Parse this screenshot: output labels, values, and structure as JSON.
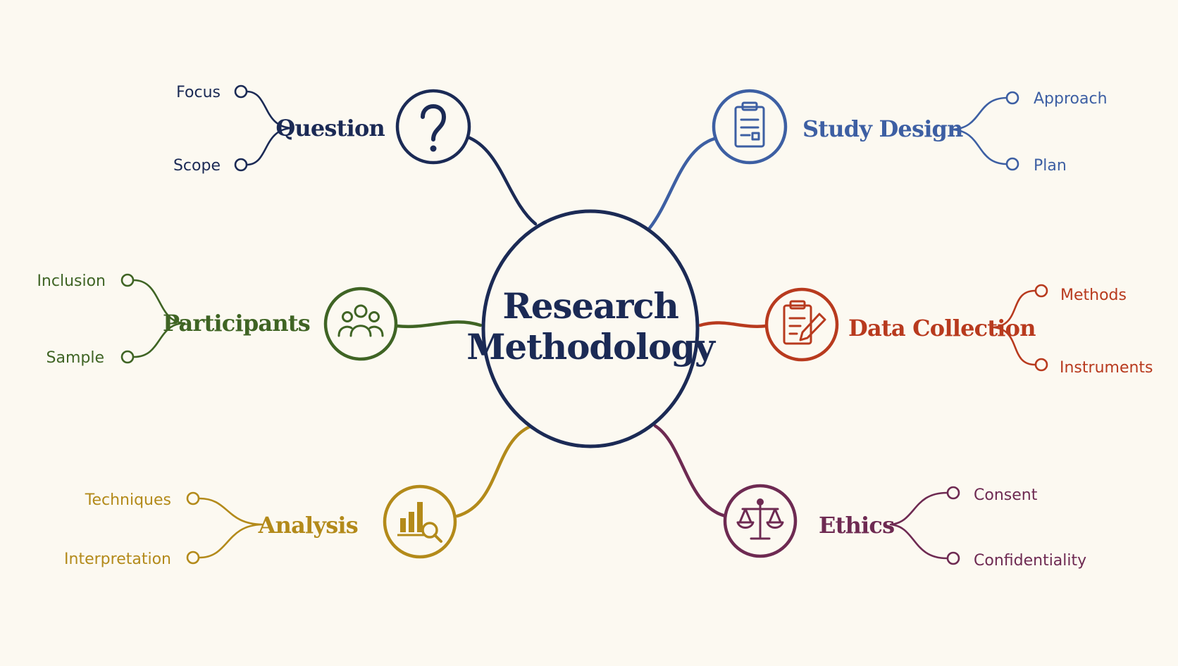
{
  "colors": {
    "background": "#fcf9f1",
    "center": "#1b2a55",
    "question": "#1b2a55",
    "study_design": "#3d5fa3",
    "participants": "#3f6424",
    "data_collection": "#b83a1e",
    "analysis": "#b38a1a",
    "ethics": "#6e2a52"
  },
  "center": {
    "line1": "Research",
    "line2": "Methodology"
  },
  "branches": {
    "question": {
      "title": "Question",
      "icon": "question-mark-icon",
      "leaves": [
        "Focus",
        "Scope"
      ]
    },
    "study_design": {
      "title": "Study Design",
      "icon": "clipboard-icon",
      "leaves": [
        "Approach",
        "Plan"
      ]
    },
    "participants": {
      "title": "Participants",
      "icon": "people-group-icon",
      "leaves": [
        "Inclusion",
        "Sample"
      ]
    },
    "data_collection": {
      "title": "Data Collection",
      "icon": "clipboard-pencil-icon",
      "leaves": [
        "Methods",
        "Instruments"
      ]
    },
    "analysis": {
      "title": "Analysis",
      "icon": "bar-chart-magnifier-icon",
      "leaves": [
        "Techniques",
        "Interpretation"
      ]
    },
    "ethics": {
      "title": "Ethics",
      "icon": "scales-icon",
      "leaves": [
        "Consent",
        "Confidentiality"
      ]
    }
  }
}
